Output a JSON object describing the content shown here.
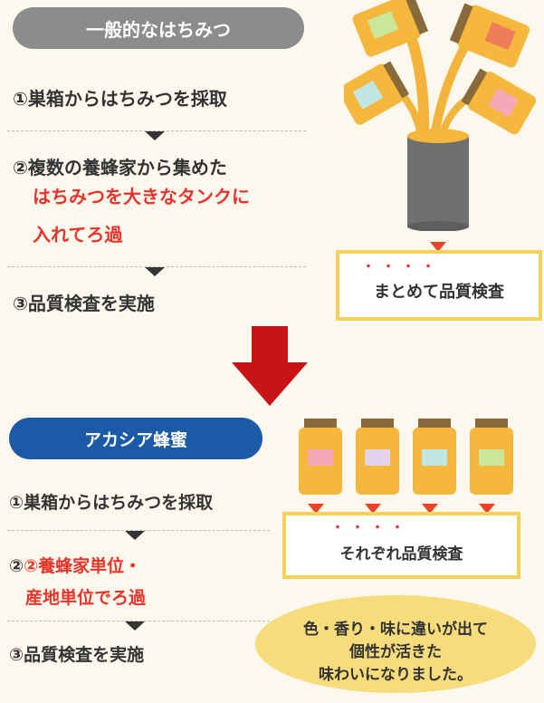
{
  "top": {
    "title": "一般的なはちみつ",
    "step1": "①巣箱からはちみつを採取",
    "step2_line1": "②複数の養蜂家から集めた",
    "step2_line2": "はちみつを大きなタンクに",
    "step2_line3": "入れてろ過",
    "step3": "③品質検査を実施",
    "inspection_dots": "・・・・",
    "inspection": "まとめて品質検査"
  },
  "bottom": {
    "title": "アカシア蜂蜜",
    "step1": "①巣箱からはちみつを採取",
    "step2_line1": "②養蜂家単位・",
    "step2_line2": "産地単位でろ過",
    "step3": "③品質検査を実施",
    "inspection_dots": "・・・・",
    "inspection": "それぞれ品質検査",
    "note_line1": "色・香り・味に違いが出て",
    "note_line2": "個性が活きた",
    "note_line3": "味わいになりました。"
  },
  "colors": {
    "gray_pill": "#8c8c8c",
    "blue_pill": "#1b5aa6",
    "accent_red": "#e8332a",
    "honey": "#f5b73c",
    "box_border": "#f4d25a"
  },
  "label_colors": [
    "#f5a9b8",
    "#e3d3ee",
    "#bfe6e2",
    "#c9e79a"
  ]
}
